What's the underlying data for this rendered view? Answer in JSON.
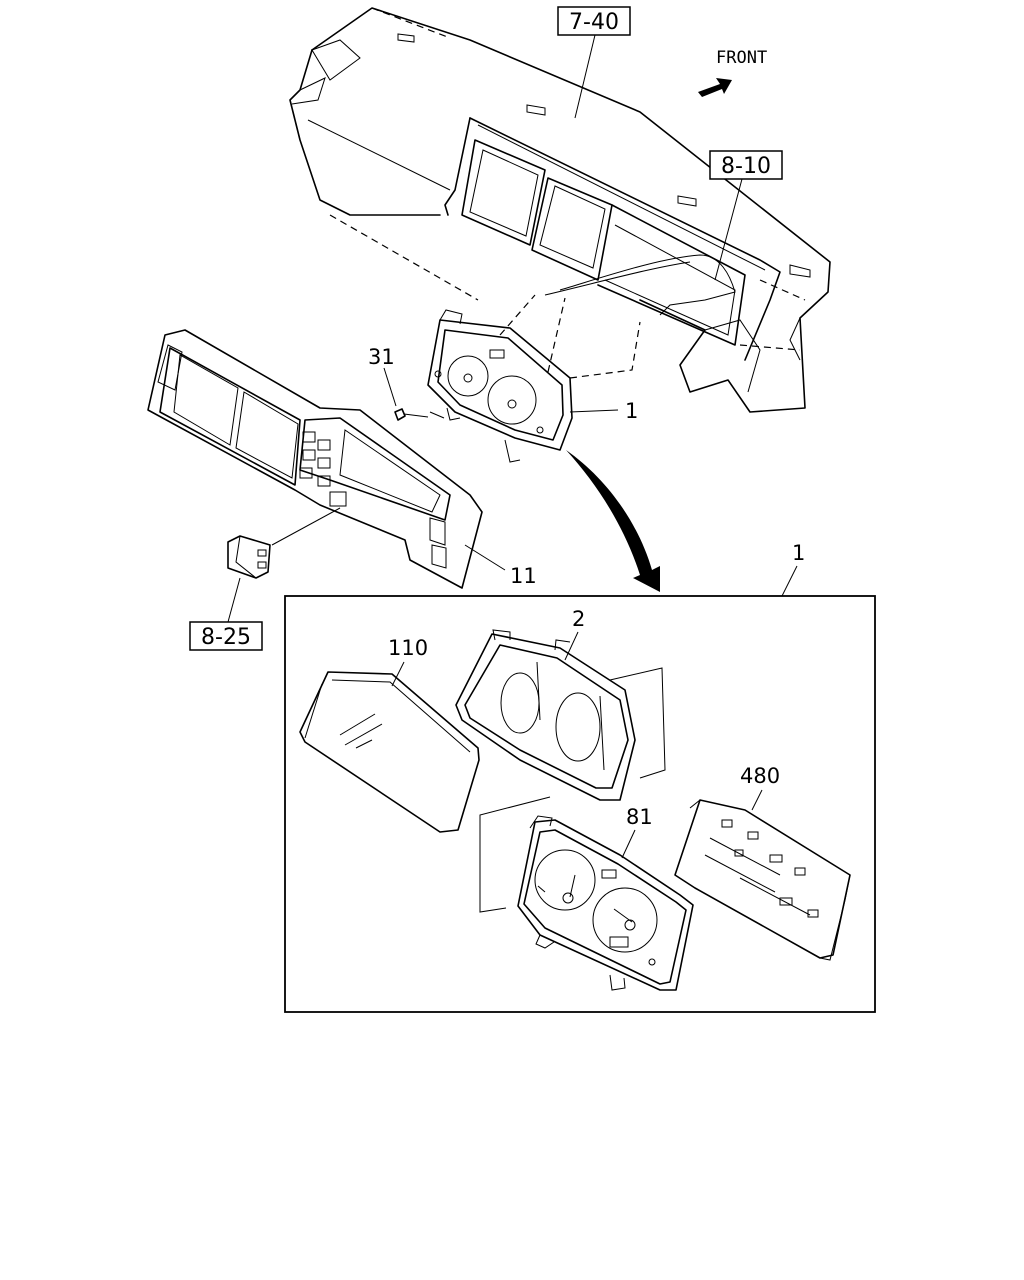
{
  "direction_label": "FRONT",
  "ref_boxes": {
    "dash_panel": "7-40",
    "wiring_harness": "8-10",
    "switch": "8-25"
  },
  "part_labels": {
    "screw": "31",
    "meter_assembly": "1",
    "cluster_bezel": "11",
    "detail_assembly": "1",
    "meter_case": "2",
    "meter_glass": "110",
    "meter_dial": "81",
    "circuit_board": "480"
  }
}
